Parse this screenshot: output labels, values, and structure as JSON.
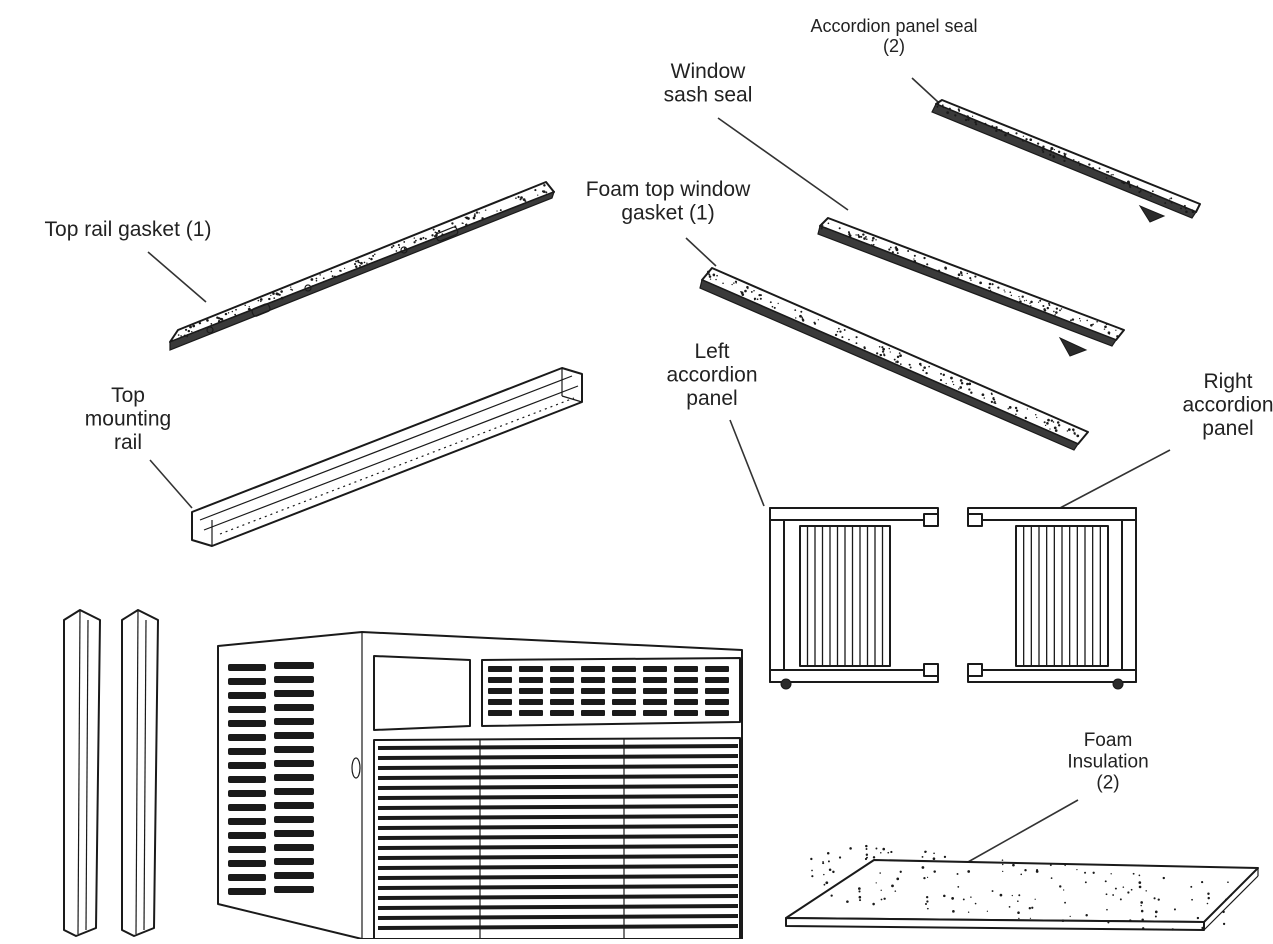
{
  "labels": {
    "accordion_panel_seal": "Accordion panel seal\n(2)",
    "window_sash_seal": "Window\nsash seal",
    "foam_top_window_gasket": "Foam top window\ngasket (1)",
    "top_rail_gasket": "Top rail gasket (1)",
    "top_mounting_rail": "Top\nmounting\nrail",
    "left_accordion_panel": "Left\naccordion\npanel",
    "right_accordion_panel": "Right\naccordion\npanel",
    "foam_insulation": "Foam\nInsulation\n(2)"
  },
  "icons": {
    "foam_strip": "foam-strip-icon",
    "mounting_rail": "mounting-rail-icon",
    "accordion_panel": "accordion-panel-icon",
    "side_channel": "side-channel-icon",
    "air_conditioner": "air-conditioner-icon",
    "foam_pad": "foam-pad-icon"
  }
}
